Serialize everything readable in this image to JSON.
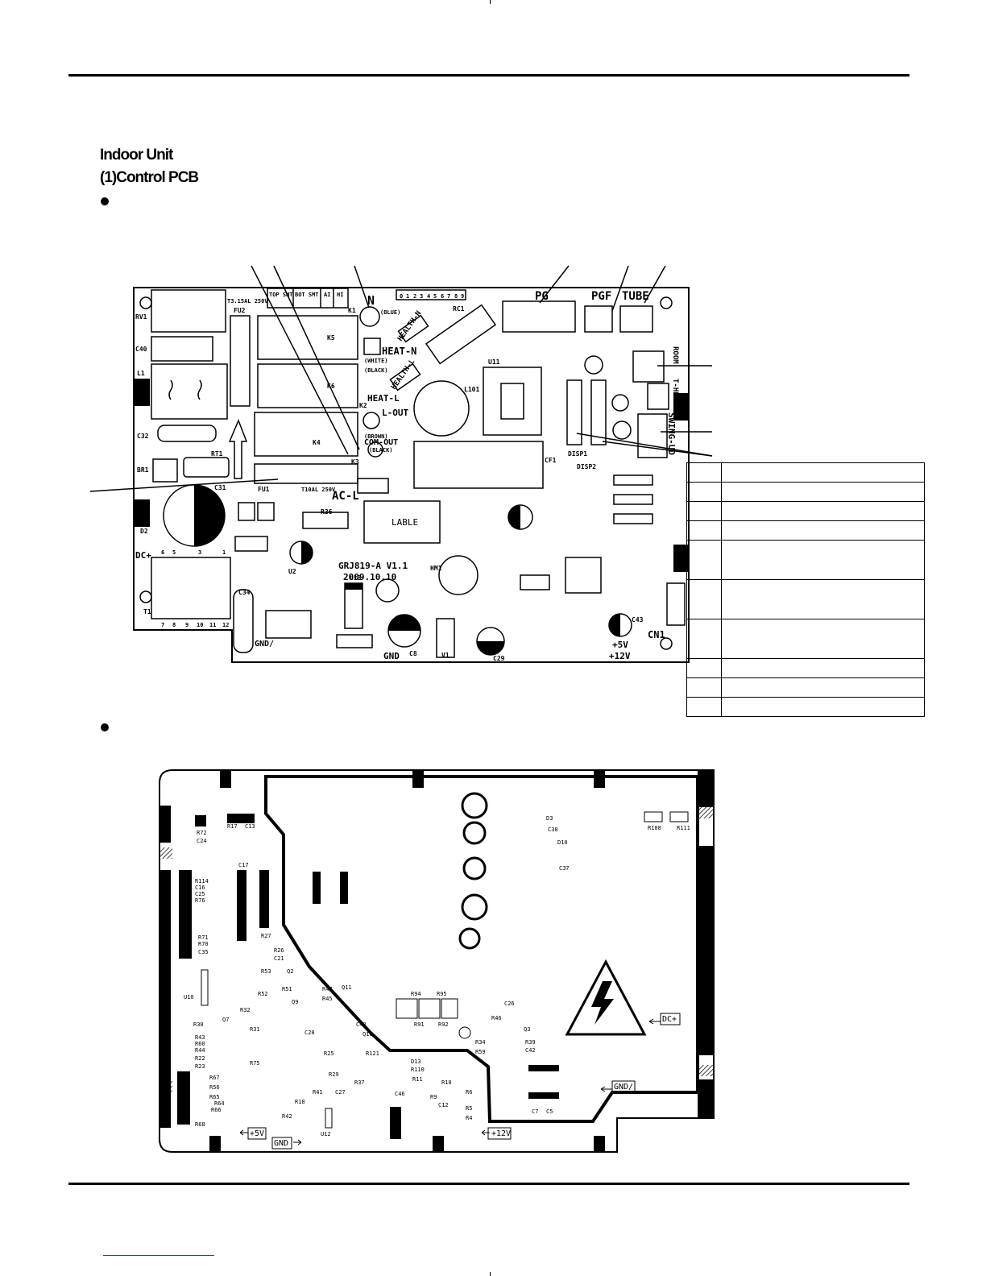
{
  "section": {
    "title": "Indoor Unit",
    "subtitle": "(1)Control PCB"
  },
  "top_pcb": {
    "labels": {
      "N": "N",
      "PG": "PG",
      "PGF": "PGF",
      "TUBE": "TUBE",
      "ROOM": "ROOM",
      "T_HEAT": "T-HEAT",
      "SWING_UD": "SWING-UD",
      "HEATN": "HEAT-N",
      "HEATL": "HEAT-L",
      "LOUT": "L-OUT",
      "COMOUT": "COM-OUT",
      "ACL": "AC-L",
      "HEALTHN": "HEALTH-N",
      "HEALTHL": "HEALTH-L",
      "BLUE": "(BLUE)",
      "WHITE": "(WHITE)",
      "BLACK1": "(BLACK)",
      "BROWN": "(BROWN)",
      "BLACK2": "(BLACK)",
      "LABLE": "LABLE",
      "MODEL": "GRJ819-A V1.1",
      "DATE": "2009.10.10",
      "FUSE1": "T3.15AL 250V",
      "FUSE2": "T10AL 250V",
      "DCP": "DC+",
      "GND": "GND",
      "GNDF": "GND/",
      "P5V": "+5V",
      "P12V": "+12V",
      "CN1": "CN1",
      "DISP1": "DISP1",
      "DISP2": "DISP2",
      "RC1": "RC1",
      "U11": "U11",
      "L101": "L101",
      "CF1": "CF1",
      "RV1": "RV1",
      "C40": "C40",
      "L1": "L1",
      "C32": "C32",
      "BR1": "BR1",
      "RT1": "RT1",
      "D2": "D2",
      "C31": "C31",
      "T1": "T1",
      "FU1": "FU1",
      "FU2": "FU2",
      "K1": "K1",
      "K2": "K2",
      "K3": "K3",
      "K4": "K4",
      "K5": "K5",
      "K6": "K6",
      "R36": "R36",
      "HM1": "HM1",
      "C8": "C8",
      "C29": "C29",
      "C34": "C34",
      "U2": "U2",
      "U13": "U13",
      "V1": "V1",
      "C43": "C43"
    },
    "switch_labels": [
      "TOP SMT",
      "BOT SMT",
      "AI",
      "HI"
    ],
    "jumper_numbers": [
      "0",
      "1",
      "2",
      "3",
      "4",
      "5",
      "6",
      "7",
      "8",
      "9"
    ],
    "connector_pins_top": [
      "6",
      "5",
      "3",
      "1"
    ],
    "connector_pins_bottom": [
      "7",
      "8",
      "9",
      "10",
      "11",
      "12"
    ]
  },
  "legend": {
    "rows": [
      {
        "num": "",
        "desc": ""
      },
      {
        "num": "",
        "desc": ""
      },
      {
        "num": "",
        "desc": ""
      },
      {
        "num": "",
        "desc": ""
      },
      {
        "num": "",
        "desc": ""
      },
      {
        "num": "",
        "desc": ""
      },
      {
        "num": "",
        "desc": ""
      },
      {
        "num": "",
        "desc": ""
      },
      {
        "num": "",
        "desc": ""
      },
      {
        "num": "",
        "desc": ""
      }
    ]
  },
  "bottom_pcb": {
    "labels": {
      "DCP": "DC+",
      "GNDF": "GND/",
      "P5V": "+5V",
      "GND": "GND",
      "P12V": "+12V",
      "U10": "U10",
      "U12": "U12",
      "R108": "R108",
      "R111": "R111",
      "D3": "D3",
      "C38": "C38",
      "D10": "D10",
      "C37": "C37",
      "C17": "C17",
      "R94": "R94",
      "R95": "R95",
      "R91": "R91",
      "R92": "R92",
      "C26": "C26",
      "R46": "R46",
      "Q3": "Q3",
      "R34": "R34",
      "R59": "R59",
      "R39": "R39",
      "C42": "C42",
      "D13": "D13",
      "R110": "R110",
      "R11": "R11",
      "C46": "C46",
      "R10": "R10",
      "R9": "R9",
      "C12": "C12",
      "R6": "R6",
      "R5": "R5",
      "R4": "R4",
      "C7": "C7",
      "C5": "C5",
      "R37": "R37",
      "R25": "R25",
      "R29": "R29",
      "R41": "R41",
      "C27": "C27",
      "R18": "R18",
      "R42": "R42",
      "R75": "R75",
      "C28": "C28",
      "R72": "R72",
      "R17": "R17",
      "C13": "C13",
      "C24": "C24",
      "R27": "R27",
      "R26": "R26",
      "C21": "C21",
      "R53": "R53",
      "Q2": "Q2",
      "R51": "R51",
      "R47": "R47",
      "R45": "R45",
      "Q11": "Q11",
      "R52": "R52",
      "Q9": "Q9",
      "R32": "R32",
      "R31": "R31",
      "Q7": "Q7",
      "C48": "C48",
      "Q10": "Q10",
      "R121": "R121",
      "R30": "R30",
      "R43": "R43",
      "R60": "R60",
      "R44": "R44",
      "R22": "R22",
      "R23": "R23",
      "R67": "R67",
      "R56": "R56",
      "R65": "R65",
      "R64": "R64",
      "R66": "R66",
      "R68": "R68",
      "R71": "R71",
      "R70": "R70",
      "C35": "C35",
      "R114": "R114",
      "C16": "C16",
      "C25": "C25",
      "R76": "R76"
    }
  }
}
